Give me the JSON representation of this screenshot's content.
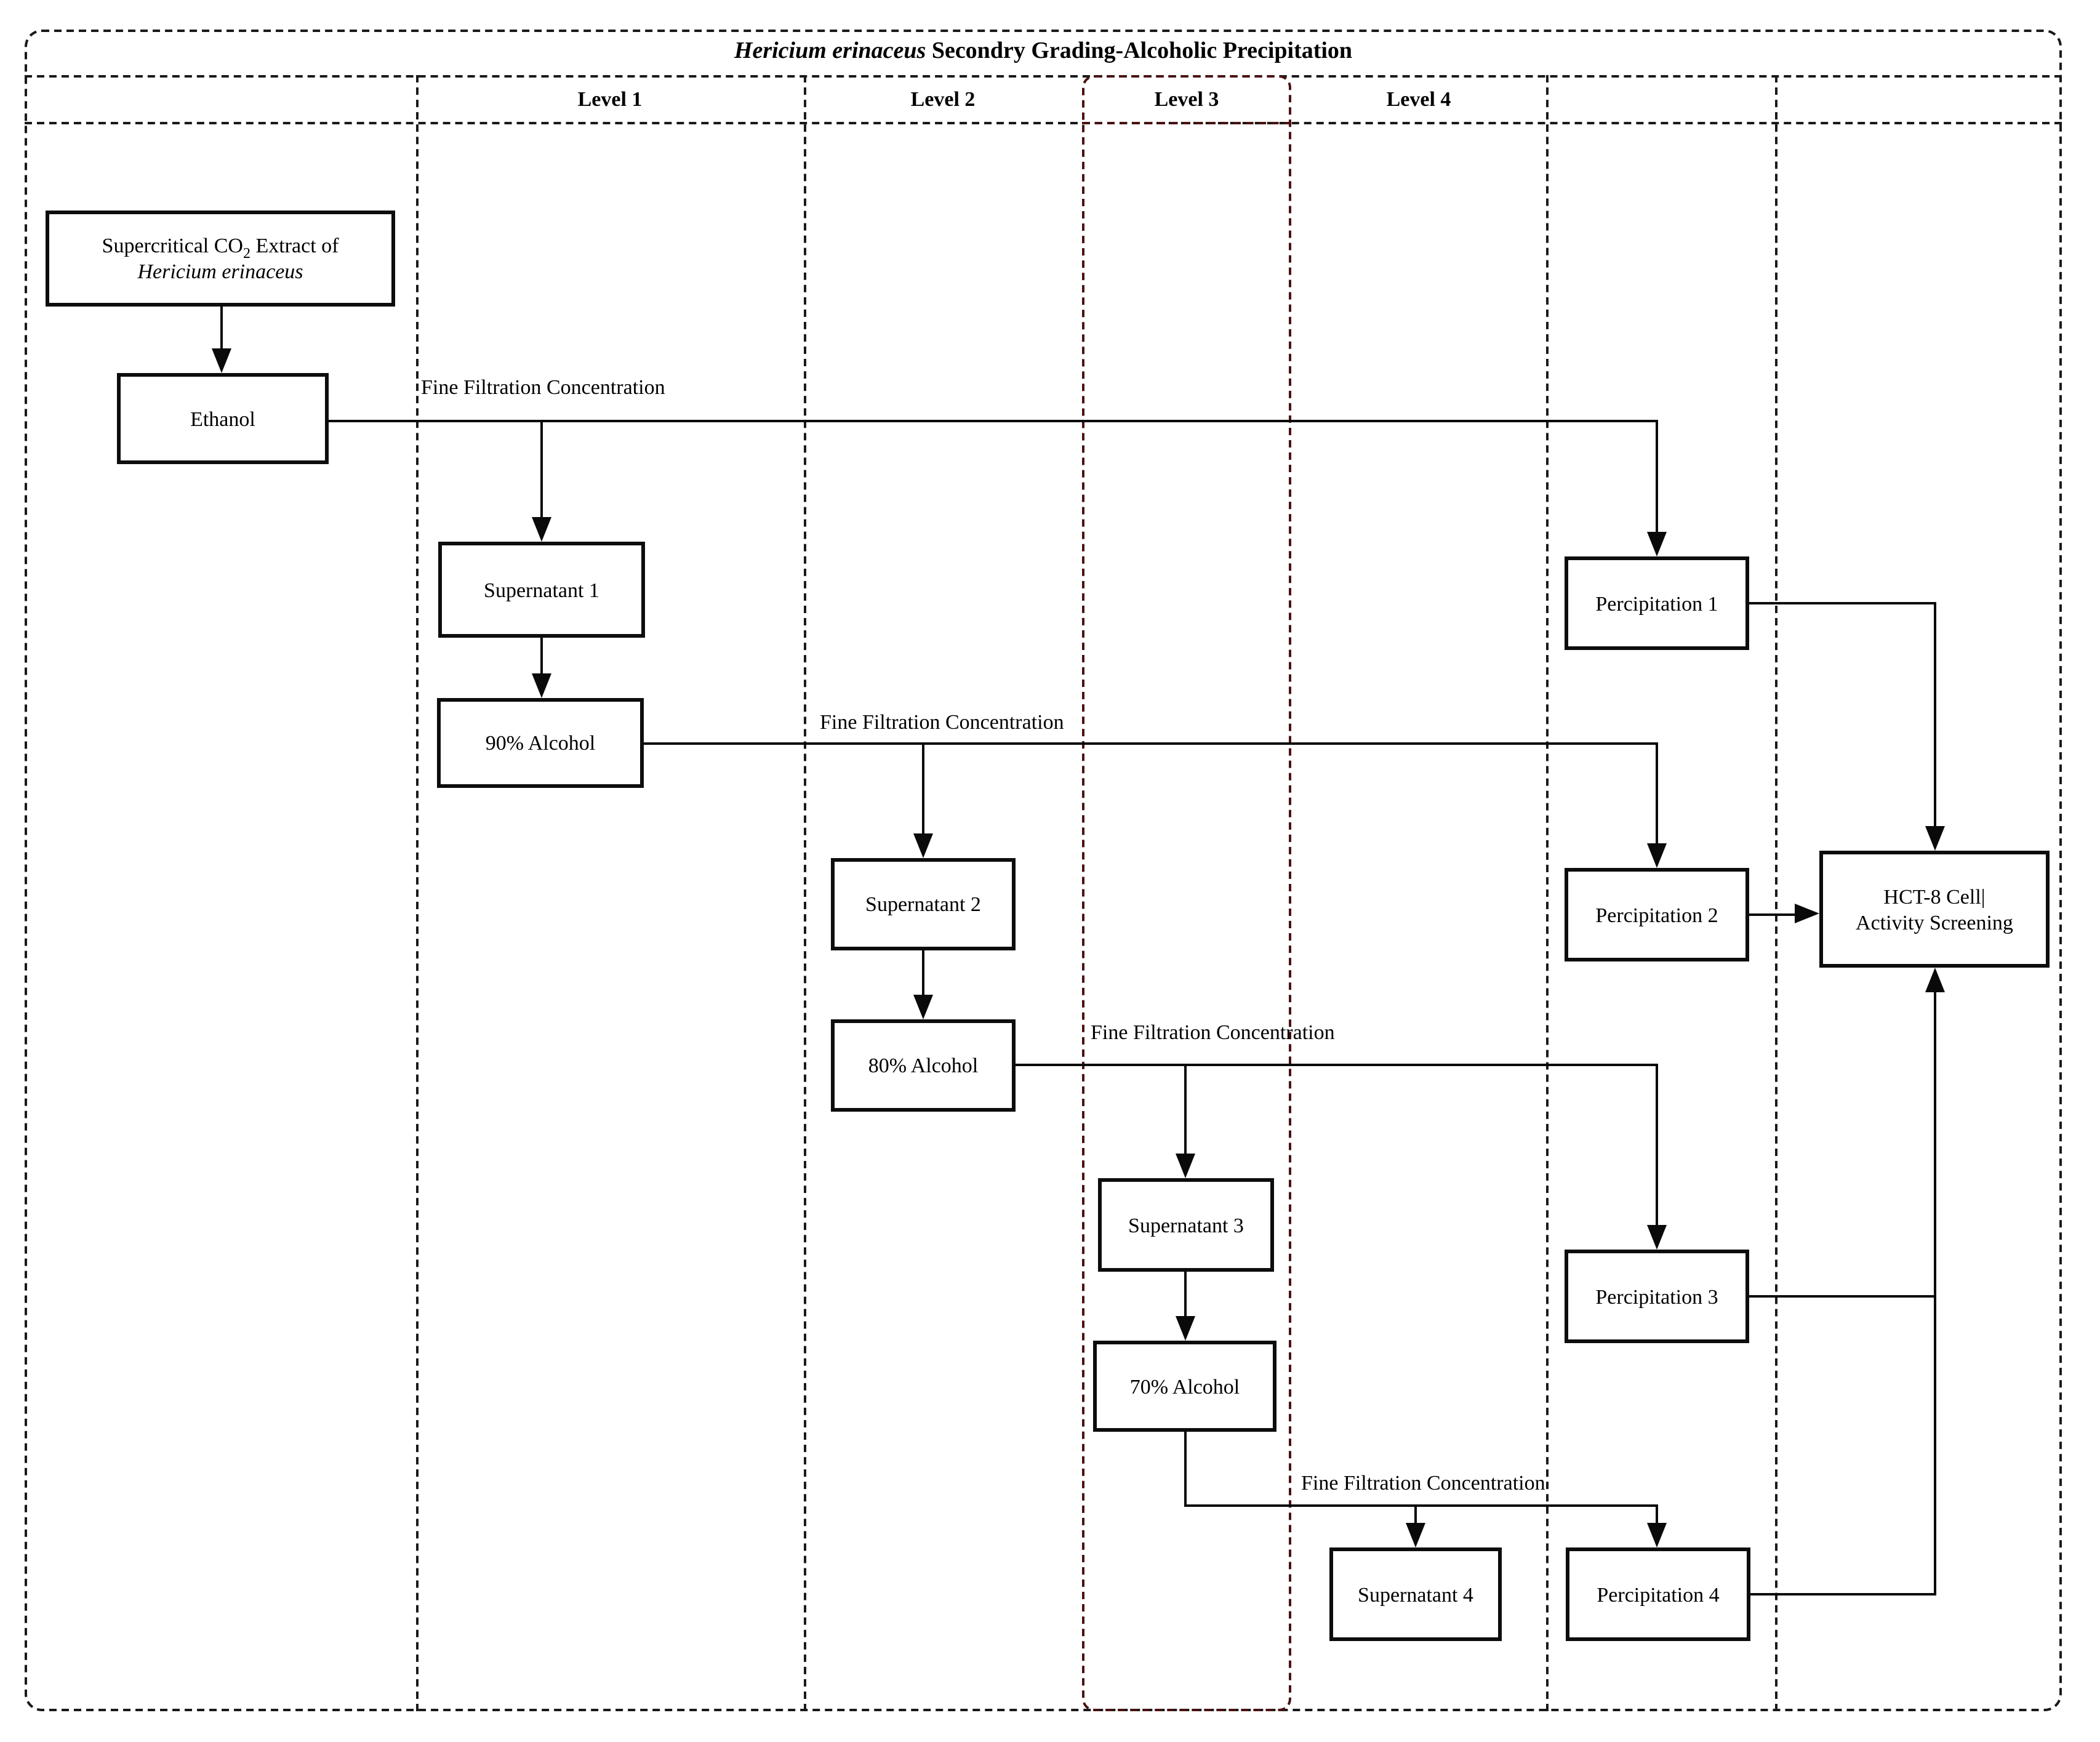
{
  "title": {
    "italic": "Hericium erinaceus",
    "rest": " Secondry Grading-Alcoholic Precipitation"
  },
  "lanes": [
    {
      "label": ""
    },
    {
      "label": "Level 1"
    },
    {
      "label": "Level 2"
    },
    {
      "label": "Level 3"
    },
    {
      "label": "Level 4"
    },
    {
      "label": ""
    },
    {
      "label": ""
    }
  ],
  "nodes": {
    "supercritical": {
      "line1_prefix": "Supercritical CO",
      "line1_sub": "2",
      "line1_suffix": " Extract of",
      "line2": "Hericium erinaceus"
    },
    "ethanol": {
      "label": "Ethanol"
    },
    "supernatant1": {
      "label": "Supernatant 1"
    },
    "alcohol90": {
      "label": "90% Alcohol"
    },
    "supernatant2": {
      "label": "Supernatant 2"
    },
    "alcohol80": {
      "label": "80% Alcohol"
    },
    "supernatant3": {
      "label": "Supernatant 3"
    },
    "alcohol70": {
      "label": "70% Alcohol"
    },
    "supernatant4": {
      "label": "Supernatant 4"
    },
    "percipitation1": {
      "label": "Percipitation 1"
    },
    "percipitation2": {
      "label": "Percipitation 2"
    },
    "percipitation3": {
      "label": "Percipitation 3"
    },
    "percipitation4": {
      "label": "Percipitation 4"
    },
    "hct8": {
      "line1": "HCT-8 Cell|",
      "line2": "Activity Screening"
    }
  },
  "edge_labels": [
    "Fine Filtration Concentration",
    "Fine Filtration Concentration",
    "Fine Filtration Concentration",
    "Fine Filtration Concentration"
  ],
  "colors": {
    "line": "#0a0a0a",
    "lane_border": "#1a1a1a",
    "level3_lane_border": "#4a1212"
  }
}
